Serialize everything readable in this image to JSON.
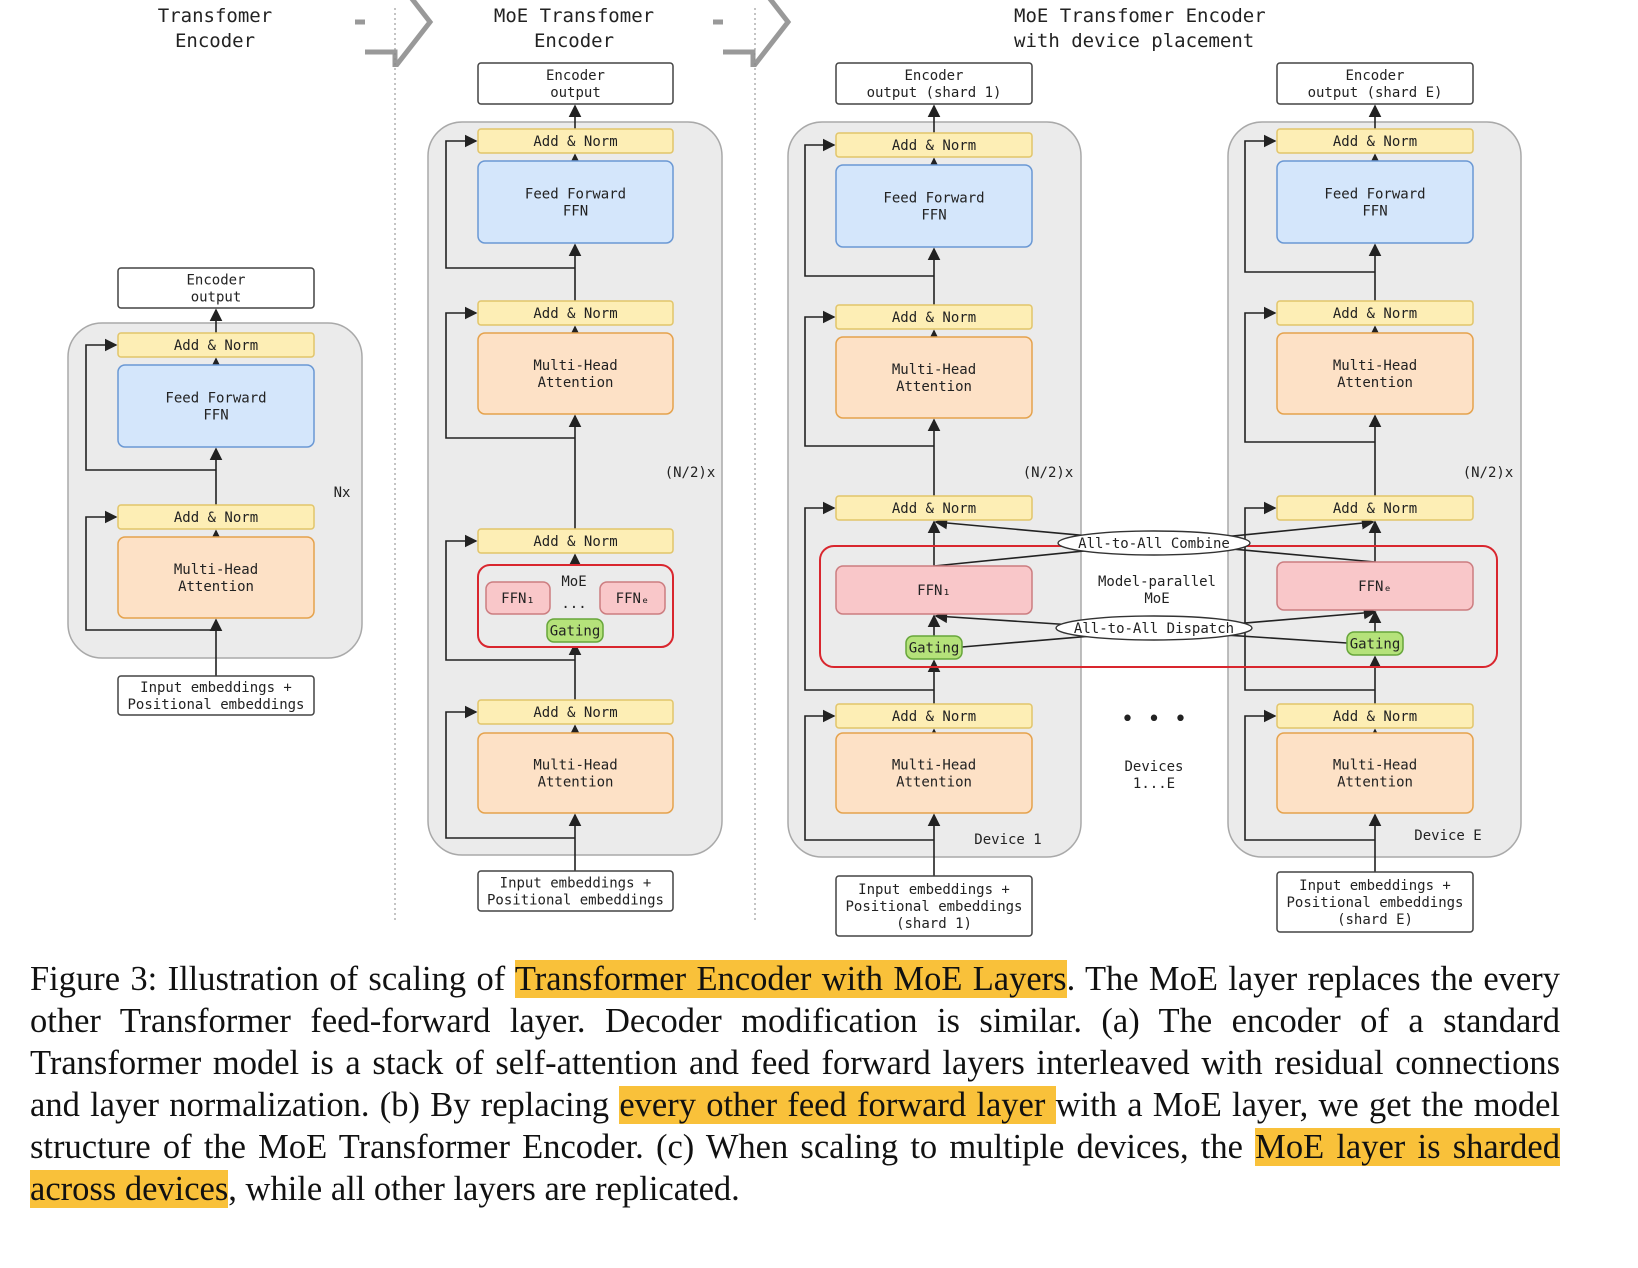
{
  "titles": {
    "a": [
      "Transfomer",
      "Encoder"
    ],
    "b": [
      "MoE Transfomer",
      "Encoder"
    ],
    "c": [
      "MoE Transfomer Encoder",
      "with device placement"
    ]
  },
  "labels": {
    "encoder_output": [
      "Encoder",
      "output"
    ],
    "encoder_output_shard1": [
      "Encoder",
      "output (shard 1)"
    ],
    "encoder_output_shardE": [
      "Encoder",
      "output (shard E)"
    ],
    "add_norm": "Add & Norm",
    "ffn": [
      "Feed Forward",
      "FFN"
    ],
    "mha": [
      "Multi-Head",
      "Attention"
    ],
    "input": [
      "Input embeddings +",
      "Positional embeddings"
    ],
    "input_shard1": [
      "Input embeddings +",
      "Positional embeddings",
      "(shard 1)"
    ],
    "input_shardE": [
      "Input embeddings +",
      "Positional embeddings",
      "(shard E)"
    ],
    "nx": "Nx",
    "n2x": "(N/2)x",
    "moe": "MoE",
    "ellipsis": "...",
    "ffn1": "FFN₁",
    "ffnE": "FFNₑ",
    "gating": "Gating",
    "model_parallel_moe": [
      "Model-parallel",
      "MoE"
    ],
    "all_to_all_combine": "All-to-All Combine",
    "all_to_all_dispatch": "All-to-All Dispatch",
    "dots": "•  •  •",
    "devices": [
      "Devices",
      "1...E"
    ],
    "device1": "Device 1",
    "deviceE": "Device E"
  },
  "colors": {
    "add_norm": "#fdeeb5",
    "ffn": "#d4e6fb",
    "mha": "#fde1c6",
    "expert": "#f9c7c9",
    "gating": "#b5e27a",
    "moe_border": "#d9262e",
    "highlight": "#f9c13a"
  },
  "caption": {
    "segments": [
      {
        "text": "Figure 3: Illustration of scaling of ",
        "highlight": false
      },
      {
        "text": "Transformer Encoder with MoE Layers",
        "highlight": true
      },
      {
        "text": ". The MoE layer replaces the every other Transformer feed-forward layer. Decoder modification is similar. (a) The encoder of a standard Transformer model is a stack of self-attention and feed forward layers interleaved with residual connections and layer normalization. (b) By replacing ",
        "highlight": false
      },
      {
        "text": "every other feed forward layer ",
        "highlight": true
      },
      {
        "text": "with a MoE layer, we get the model structure of the MoE Transformer Encoder. (c) When scaling to multiple devices, the ",
        "highlight": false
      },
      {
        "text": "MoE layer is sharded across devices",
        "highlight": true
      },
      {
        "text": ", while all other layers are replicated.",
        "highlight": false
      }
    ]
  }
}
